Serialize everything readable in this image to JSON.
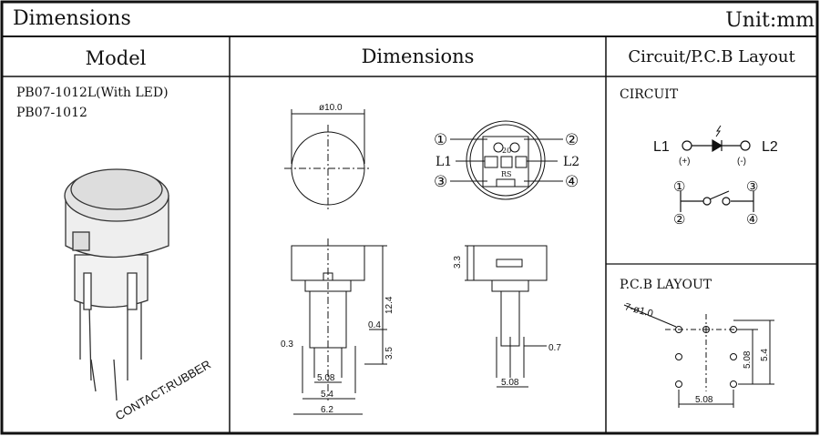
{
  "header": {
    "title": "Dimensions",
    "unit": "Unit:mm"
  },
  "columns": {
    "model": "Model",
    "dimensions": "Dimensions",
    "circuit": "Circuit/P.C.B Layout"
  },
  "model": {
    "names": [
      "PB07-1012L(With LED)",
      "PB07-1012"
    ],
    "contact": "CONTACT:RUBBER"
  },
  "dimensions": {
    "cap_diameter": "ø10.0",
    "top_view_label": "20",
    "rs_label": "RS",
    "pin_labels": [
      "①",
      "②",
      "③",
      "④"
    ],
    "l1": "L1",
    "l2": "L2",
    "side": {
      "d1": "0.3",
      "d2": "0.4",
      "d3": "12.4",
      "d4": "3.5",
      "w1": "5.08",
      "w2": "5.4",
      "w3": "6.2"
    },
    "side2": {
      "h": "3.3",
      "t": "0.7",
      "w": "5.08"
    }
  },
  "circuit": {
    "title": "CIRCUIT",
    "l1": "L1",
    "l2": "L2",
    "plus": "(+)",
    "minus": "(-)",
    "pins": [
      "①",
      "②",
      "③",
      "④"
    ]
  },
  "pcb": {
    "title": "P.C.B LAYOUT",
    "hole": "7-ø1.0",
    "dim_v1": "5.08",
    "dim_v2": "5.4",
    "dim_h": "5.08"
  }
}
